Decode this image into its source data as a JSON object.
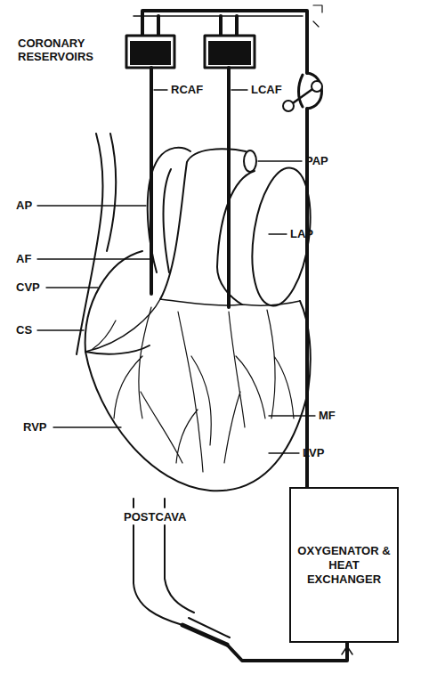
{
  "diagram": {
    "nodes": [
      {
        "text": [
          "OXYGENATOR & HEAT EXCHANGER"
        ]
      }
    ],
    "labels": [
      "CORONARY RESERVOIRS",
      "RCAF",
      "LCAF",
      "AP",
      "PAP",
      "AF",
      "CVP",
      "LAP",
      "CS",
      "RVP",
      "MF",
      "LVP",
      "POSTCAVA"
    ]
  }
}
